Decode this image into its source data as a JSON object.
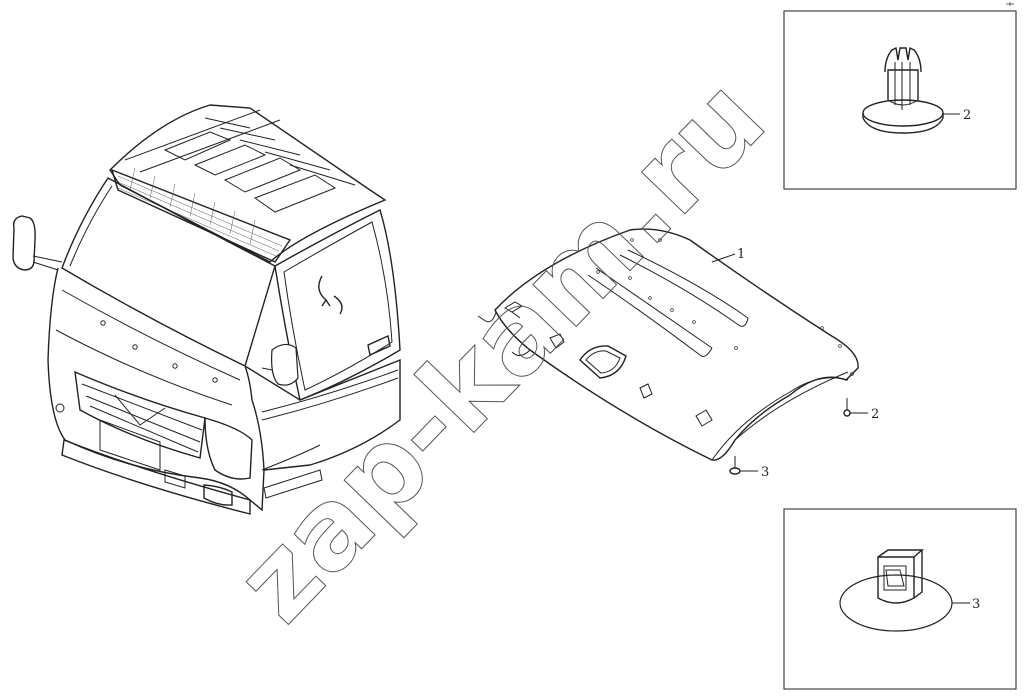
{
  "watermark": "zap-kam.ru",
  "callouts": {
    "roof_panel": "1",
    "clip_on_roof": "2",
    "clip_in_box": "2",
    "grommet_on_roof": "3",
    "grommet_in_box": "3"
  },
  "colors": {
    "line": "#222222",
    "background": "#ffffff"
  }
}
